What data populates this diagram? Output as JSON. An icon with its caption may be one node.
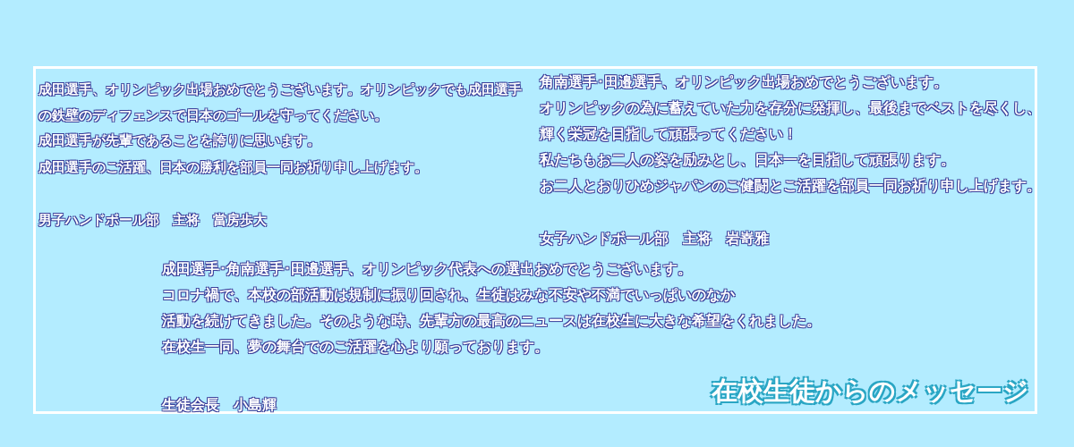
{
  "diagram": {
    "title": "在校生徒からのメッセージ",
    "labels": [
      "成田選手、オリンピック出場おめでとうございます。オリンピックでも成田選手の鉄壁のディフェンスで日本のゴールを守ってください。",
      "成田選手が先輩であることを誇りに思います。",
      "成田選手のご活躍、日本の勝利を部員一同お祈り申し上げます。",
      "男子ハンドボール部　主将　當房歩大",
      "角南選手･田邉選手、オリンピック出場おめでとうございます。",
      "オリンピックの為に蓄えていた力を存分に発揮し、最後までベストを尽くし、",
      "輝く栄冠を目指して頑張ってください！",
      "私たちもお二人の姿を励みとし、日本一を目指して頑張ります。",
      "お二人とおりひめジャパンのご健闘とご活躍を部員一同お祈り申し上げます。",
      "女子ハンドボール部　主将　岩嵜雅",
      "成田選手･角南選手･田邉選手、オリンピック代表への選出おめでとうございます。",
      "コロナ禍で、本校の部活動は規制に振り回され、生徒はみな不安や不満でいっぱいのなか",
      "活動を続けてきました。そのような時、先輩方の最高のニュースは在校生に大きな希望をくれました。",
      "在校生一同、夢の舞台でのご活躍を心より願っております。",
      "生徒会長　小島輝"
    ]
  }
}
